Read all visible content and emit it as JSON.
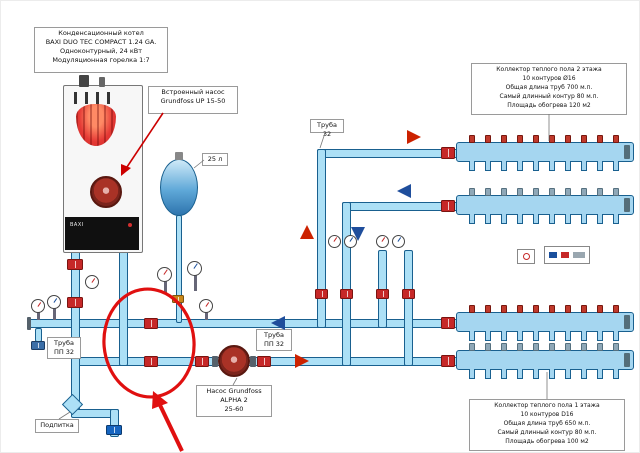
{
  "colors": {
    "pipe_fill": "#ace0f6",
    "pipe_stroke": "#19608f",
    "valve_red": "#c62828",
    "annotation_red": "#e01010",
    "arrow_red": "#cc2200",
    "arrow_blue": "#1f4e9c"
  },
  "boiler": {
    "info_lines": [
      "Конденсационный котел",
      "BAXI DUO TEC COMPACT 1.24 GA.",
      "Одноконтурный, 24 кВт",
      "Модуляционная горелка 1:7"
    ],
    "brand": "BAXI"
  },
  "labels": {
    "builtin_pump_line1": "Встроенный насос",
    "builtin_pump_line2": "Grundfoss UP 15-50",
    "expansion_tank": "25 л",
    "pipe_top": "Труба 32",
    "pipe_left_line1": "Труба",
    "pipe_left_line2": "ПП 32",
    "pipe_mid_line1": "Труба",
    "pipe_mid_line2": "ПП 32",
    "floor_pump_line1": "Насос Grundfoss",
    "floor_pump_line2": "ALPHA 2",
    "floor_pump_line3": "25-60",
    "makeup": "Подпитка"
  },
  "collector_floor2": {
    "lines": [
      "Коллектор теплого пола 2 этажа",
      "10 контуров Ø16",
      "Общая длина труб 700 м.п.",
      "Самый длинный контур 80 м.п.",
      "Площадь обогрева 120 м2"
    ],
    "loops": 10
  },
  "collector_floor1": {
    "lines": [
      "Коллектор теплого пола 1 этажа",
      "10 контуров D16",
      "Общая длина труб 650 м.п.",
      "Самый длинный контур 80 м.п.",
      "Площадь обогрева 100 м2"
    ],
    "loops": 10
  }
}
